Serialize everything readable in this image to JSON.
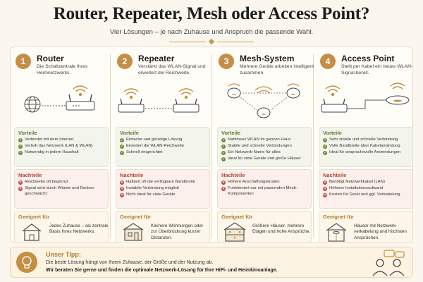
{
  "header": {
    "title": "Router, Repeater, Mesh oder Access Point?",
    "subtitle": "Vier Lösungen – je nach Zuhause und Anspruch die passende Wahl."
  },
  "labels": {
    "pros": "Vorteile",
    "cons": "Nachteile",
    "fit": "Geeignet für"
  },
  "columns": [
    {
      "number": "1",
      "title": "Router",
      "description": "Die Schaltzentrale Ihres Heimnetzwerks.",
      "pros": [
        "Verbindet mit dem Internet",
        "Verteilt das Netzwerk (LAN & WLAN)",
        "Notwendig in jedem Haushalt"
      ],
      "cons": [
        "Reichweite oft begrenzt",
        "Signal wird durch Wände und Decken geschwächt"
      ],
      "fit": "Jedes Zuhause – als zentrale Basis Ihres Netzwerks."
    },
    {
      "number": "2",
      "title": "Repeater",
      "description": "Verstärkt das WLAN-Signal und erweitert die Reichweite.",
      "pros": [
        "Einfache und günstige Lösung",
        "Erweitert die WLAN-Reichweite",
        "Schnell eingerichtet"
      ],
      "cons": [
        "Halbiert oft die verfügbare Bandbreite",
        "Instabile Verbindung möglich",
        "Nicht ideal für viele Geräte"
      ],
      "fit": "Kleinere Wohnungen oder zur Überbrückung kurzer Distanzen."
    },
    {
      "number": "3",
      "title": "Mesh-System",
      "description": "Mehrere Geräte arbeiten intelligent zusammen.",
      "pros": [
        "Nahtloses WLAN im ganzen Haus",
        "Stabile und schnelle Verbindungen",
        "Ein Netzwerk-Name für alles",
        "Ideal für viele Geräte und große Häuser"
      ],
      "cons": [
        "Höhere Anschaffungskosten",
        "Funktioniert nur mit passenden Mesh-Komponenten"
      ],
      "fit": "Größere Häuser, mehrere Etagen und hohe Ansprüche."
    },
    {
      "number": "4",
      "title": "Access Point",
      "description": "Stellt per Kabel ein neues WLAN-Signal bereit.",
      "pros": [
        "Sehr stabile und schnelle Verbindung",
        "Volle Bandbreite über Kabelanbindung",
        "Ideal für anspruchsvolle Anwendungen"
      ],
      "cons": [
        "Benötigt Netzwerkkabel (LAN)",
        "Höherer Installationsaufwand",
        "Kosten für Gerät und ggf. Verkabelung"
      ],
      "fit": "Häuser mit Netzwerk-verkabelung und höchsten Ansprüchen."
    }
  ],
  "tip": {
    "title": "Unser Tipp:",
    "line1": "Die beste Lösung hängt von Ihrem Zuhause, der Größe und der Nutzung ab.",
    "line2": "Wir beraten Sie gerne und finden die optimale Netzwerk-Lösung für Ihre HiFi- und Heimkinoanlage."
  },
  "colors": {
    "accent": "#c48e45",
    "pro": "#6e8a3a",
    "con": "#c0463a",
    "background": "#fbf7ef"
  }
}
